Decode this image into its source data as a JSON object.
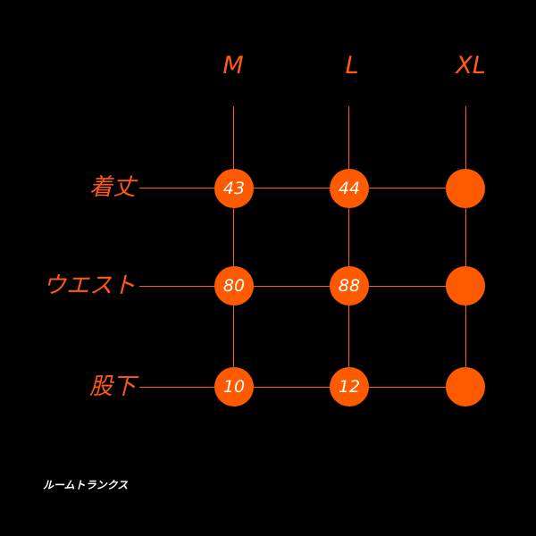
{
  "sizes": [
    "M",
    "L",
    "XL"
  ],
  "rows": [
    {
      "label": "着丈",
      "values": [
        "43",
        "44",
        ""
      ]
    },
    {
      "label": "ウエスト",
      "values": [
        "80",
        "88",
        ""
      ]
    },
    {
      "label": "股下",
      "values": [
        "10",
        "12",
        ""
      ]
    }
  ],
  "product_name": "ルームトランクス",
  "colors": {
    "background": "#000000",
    "accent": "#ff5a00",
    "value_text": "#ffffff"
  }
}
